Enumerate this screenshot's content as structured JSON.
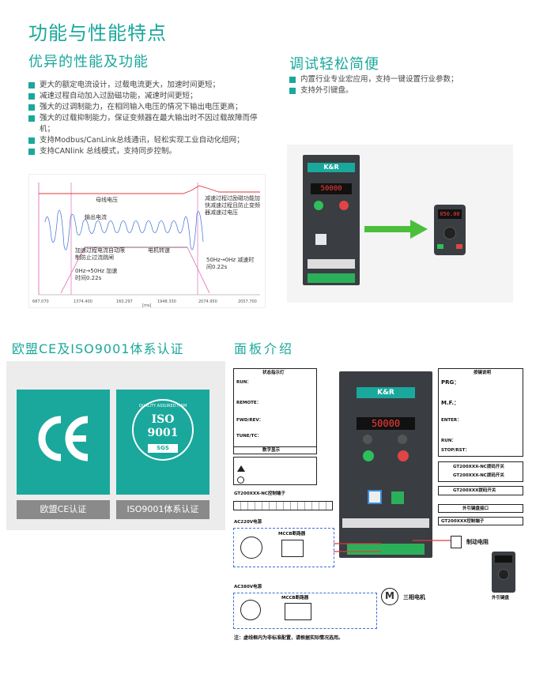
{
  "main_title": "功能与性能特点",
  "performance": {
    "heading": "优异的性能及功能",
    "bullets": [
      "更大的额定电流设计，过载电流更大，加速时间更短；",
      "减速过程自动加入过励磁功能，减速时间更短；",
      "强大的过调制能力，在相同输入电压的情况下输出电压更高；",
      "强大的过载抑制能力，保证变频器在最大输出时不因过载故障而停机；",
      "支持Modbus/CanLink总线通讯，轻松实现工业自动化组网；",
      "支持CANlink 总线模式，支持同步控制。"
    ]
  },
  "debug": {
    "heading": "调试轻松简便",
    "bullets": [
      "内置行业专业宏应用，支持一键设置行业参数；",
      "支持外引键盘。"
    ]
  },
  "waveform": {
    "labels": {
      "bus_voltage": "母线电压",
      "output_current": "输出电流",
      "decel_overexcite": "减速过程过励磁功能加快减速过程且防止变频器减速过电压",
      "accel_current_limit": "加速过程电流自动限制防止过流跳闸",
      "motor_speed": "电机转速",
      "decel_time": "50Hz→0Hz 减速时间0.22s",
      "accel_time": "0Hz→50Hz 加速时间0.22s"
    },
    "ticks": [
      "687.070",
      "1374.400",
      "160.297",
      "1948.330",
      "2074.950",
      "2057.700"
    ],
    "unit": "[ms]"
  },
  "keypad_display": "050.00",
  "cert": {
    "heading": "欧盟CE及ISO9001体系认证",
    "ce_caption": "欧盟CE认证",
    "iso_caption": "ISO9001体系认证",
    "iso_logo_top": "QUALITY ASSURED FIRM",
    "iso_logo_mid": "ISO",
    "iso_logo_num": "9001",
    "iso_logo_bottom": "SGS"
  },
  "panel": {
    "heading": "面板介绍",
    "display_value": "50000",
    "brand": "K&R",
    "left_box_title": "状态指示灯",
    "left_box_lines": [
      "RUN：",
      "REMOTE：",
      "FWD/REV：",
      "TUNE/TC："
    ],
    "digit_label": "数字显示",
    "right_box_title": "按键说明",
    "right_box_lines": [
      "PRG：",
      "M.F.：",
      "ENTER：",
      "RUN：",
      "STOP/RST："
    ],
    "switch1": "GT200XXX-NC拨码开关",
    "switch2": "GT200XXX-NC拨码开关",
    "switch3": "GT200XXX拨码开关",
    "ext_port": "外引键盘接口",
    "terminal_top": "GT200XXX-NC控制端子",
    "terminal_right": "GT200XXX控制端子",
    "ac220": "AC220V电源",
    "ac380": "AC380V电源",
    "mccb": "MCCB断路器",
    "brake_resistor": "制动电阻",
    "motor_letter": "M",
    "motor_label": "三相电机",
    "ext_keypad": "外引键盘",
    "note": "注：虚线框内为非标准配置，请根据实际情况选用。"
  }
}
